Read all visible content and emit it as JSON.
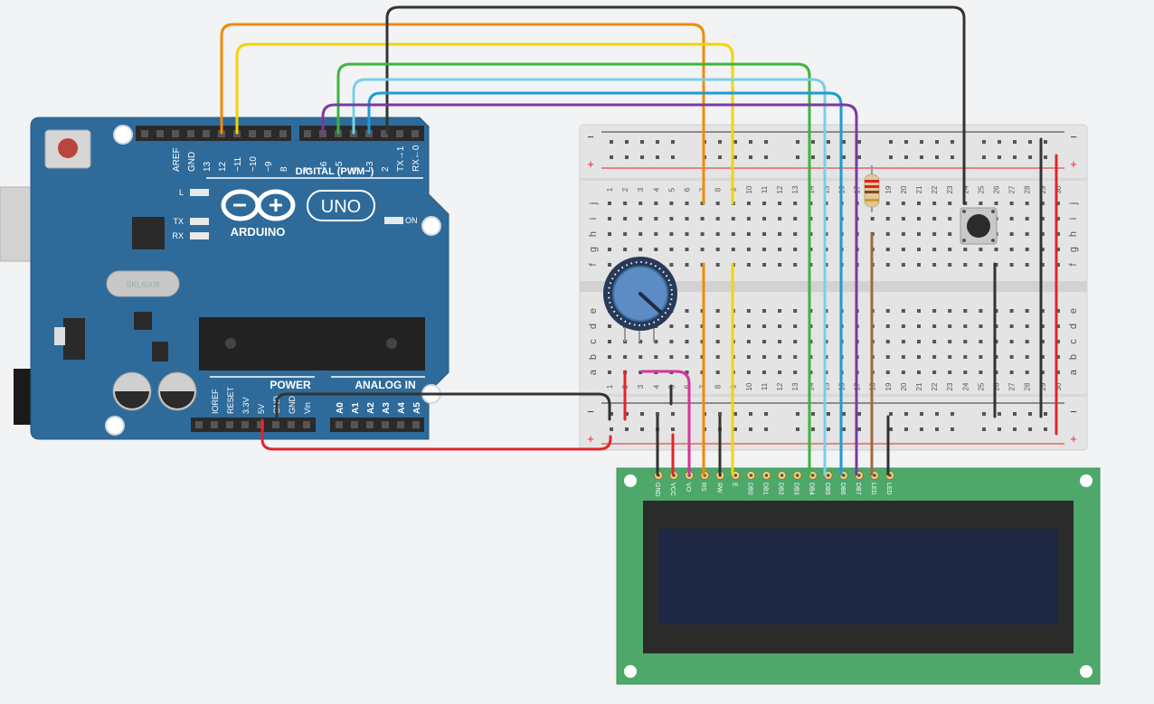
{
  "colors": {
    "background": "#f2f3f5",
    "arduino_board": "#2e6b9a",
    "breadboard": "#e4e4e4",
    "lcd_board": "#4ea86a",
    "lcd_screen": "#1e2845",
    "wire_orange": "#f08a00",
    "wire_yellow": "#f5d300",
    "wire_green": "#3db43d",
    "wire_cyan": "#78d0e6",
    "wire_blue": "#1d9bd6",
    "wire_purple": "#7a3aa0",
    "wire_black": "#333333",
    "wire_red": "#e0262b",
    "wire_magenta": "#d6339a",
    "wire_brown": "#a06a3a"
  },
  "arduino": {
    "brand": "ARDUINO",
    "model": "UNO",
    "digital_label": "DIGITAL (PWM~)",
    "power_label": "POWER",
    "analog_label": "ANALOG IN",
    "crystal_text": "SKL6008",
    "led_labels": {
      "l": "L",
      "tx": "TX",
      "rx": "RX",
      "on": "ON"
    },
    "digital_pins": [
      "AREF",
      "GND",
      "13",
      "12",
      "~11",
      "~10",
      "~9",
      "8",
      "7",
      "~6",
      "~5",
      "4",
      "~3",
      "2",
      "TX→1",
      "RX←0"
    ],
    "power_pins": [
      "IOREF",
      "RESET",
      "3.3V",
      "5V",
      "GND",
      "GND",
      "Vin"
    ],
    "analog_pins": [
      "A0",
      "A1",
      "A2",
      "A3",
      "A4",
      "A5"
    ]
  },
  "breadboard": {
    "rail_minus": "−",
    "rail_plus": "+",
    "row_letters_top": [
      "j",
      "i",
      "h",
      "g",
      "f"
    ],
    "row_letters_bottom": [
      "e",
      "d",
      "c",
      "b",
      "a"
    ],
    "columns": [
      "1",
      "2",
      "3",
      "4",
      "5",
      "6",
      "7",
      "8",
      "9",
      "10",
      "11",
      "12",
      "13",
      "14",
      "15",
      "16",
      "17",
      "18",
      "19",
      "20",
      "21",
      "22",
      "23",
      "24",
      "25",
      "26",
      "27",
      "28",
      "29",
      "30"
    ]
  },
  "lcd": {
    "pins": [
      "GND",
      "VCC",
      "VO",
      "RS",
      "RW",
      "E",
      "DB0",
      "DB1",
      "DB2",
      "DB3",
      "DB4",
      "DB5",
      "DB6",
      "DB7",
      "LED",
      "LED"
    ]
  }
}
